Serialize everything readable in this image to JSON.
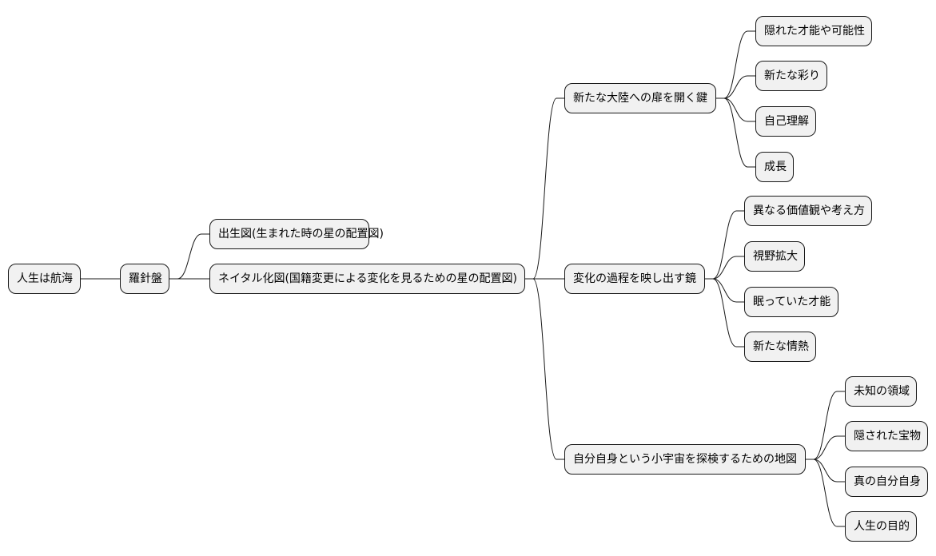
{
  "colors": {
    "node_fill": "#f1f1f1",
    "node_border": "#181818",
    "line": "#181818",
    "background": "#ffffff"
  },
  "root": {
    "label": "人生は航海"
  },
  "compass": {
    "label": "羅針盤"
  },
  "level2": {
    "birth_chart": "出生図(生まれた時の星の配置図)",
    "natal_change_chart": "ネイタル化図(国籍変更による変化を見るための星の配置図)"
  },
  "level3": {
    "key": "新たな大陸への扉を開く鍵",
    "mirror": "変化の過程を映し出す鏡",
    "map": "自分自身という小宇宙を探検するための地図"
  },
  "key_children": [
    "隠れた才能や可能性",
    "新たな彩り",
    "自己理解",
    "成長"
  ],
  "mirror_children": [
    "異なる価値観や考え方",
    "視野拡大",
    "眠っていた才能",
    "新たな情熱"
  ],
  "map_children": [
    "未知の領域",
    "隠された宝物",
    "真の自分自身",
    "人生の目的"
  ]
}
